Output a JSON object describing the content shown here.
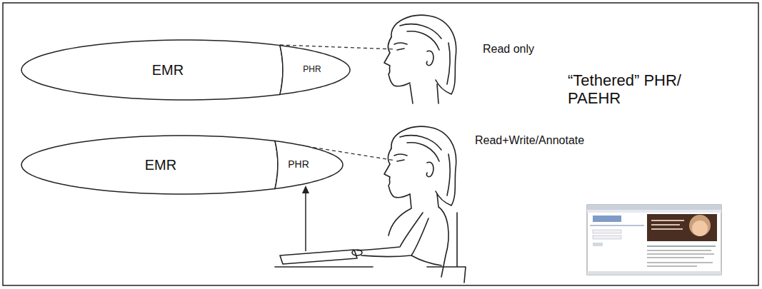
{
  "diagram": {
    "nodes": [
      {
        "text": [
          "EMR"
        ]
      },
      {
        "text": [
          "PHR"
        ]
      },
      {
        "text": [
          "EMR"
        ]
      },
      {
        "text": [
          "PHR"
        ]
      }
    ],
    "labels": [
      "Read only",
      "“Tethered” PHR/ PAEHR",
      "Read+Write/Annotate"
    ]
  }
}
